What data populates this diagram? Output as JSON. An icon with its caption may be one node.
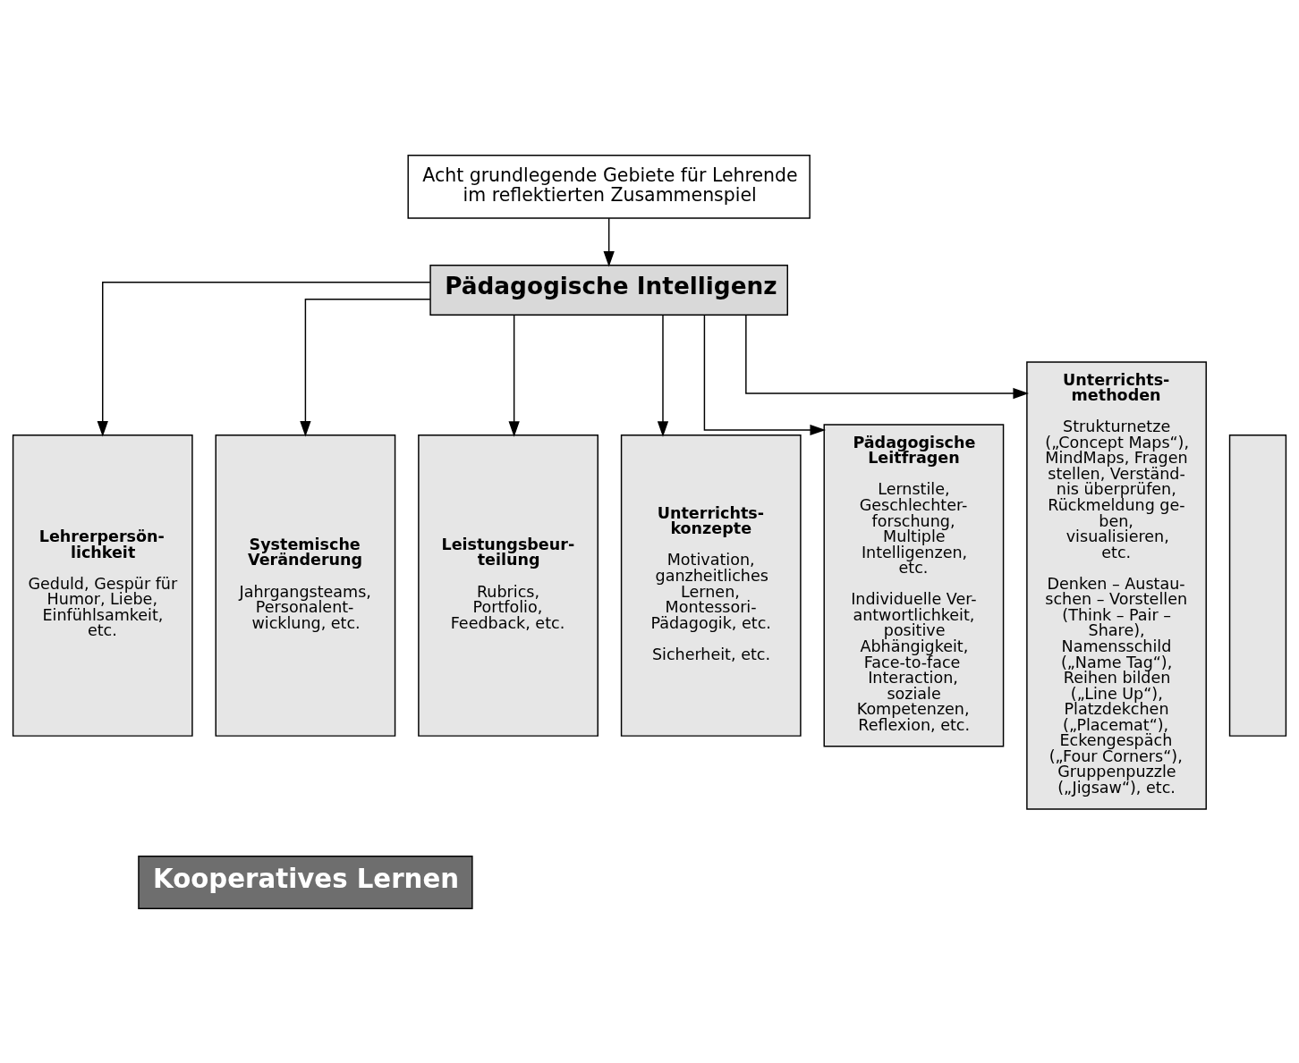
{
  "diagram": {
    "nodes": [
      {
        "text": [
          "Acht grundlegende Gebiete für Lehrende im reflektierten Zusammenspiel"
        ]
      },
      {
        "text": [
          "Pädagogische Intelligenz"
        ]
      },
      {
        "text": [
          "Lehrerpersön- lichkeit",
          "Geduld, Gespür für Humor, Liebe, Einfühlsamkeit, etc."
        ]
      },
      {
        "text": [
          "Systemische Veränderung",
          "Jahrgangsteams, Personalent- wicklung, etc."
        ]
      },
      {
        "text": [
          "Leistungsbeur- teilung",
          "Rubrics, Portfolio, Feedback, etc."
        ]
      },
      {
        "text": [
          "Unterrichts- konzepte",
          "Motivation, ganzheitliches Lernen, Montessori- Pädagogik, etc.",
          "Sicherheit, etc."
        ]
      },
      {
        "text": [
          "Pädagogische Leitfragen",
          "Lernstile, Geschlechter- forschung, Multiple Intelligenzen, etc.",
          "Individuelle Ver- antwortlichkeit, positive Abhängigkeit, Face-to-face Interaction, soziale Kompetenzen, Reflexion, etc."
        ]
      },
      {
        "text": [
          "Unterrichts- methoden",
          "Strukturnetze („Concept Maps“), MindMaps, Fragen stellen, Verständ- nis überprüfen, Rückmeldung ge- ben, visualisieren, etc.",
          "Denken – Austau- schen – Vorstellen (Think – Pair – Share), Namensschild („Name Tag“), Reihen bilden („Line Up“), Platzdekchen („Placemat“), Eckengespäch („Four Corners“), Gruppenpuzzle („Jigsaw“), etc."
        ]
      },
      {
        "text": [],
        "shape": "box"
      },
      {
        "text": [
          "Kooperatives Lernen"
        ]
      }
    ],
    "edges": [
      {
        "from": 0,
        "to": 1,
        "arrow": "to"
      },
      {
        "from": 1,
        "to": 2,
        "arrow": "to"
      },
      {
        "from": 1,
        "to": 3,
        "arrow": "to"
      },
      {
        "from": 1,
        "to": 4,
        "arrow": "to"
      },
      {
        "from": 1,
        "to": 5,
        "arrow": "to"
      },
      {
        "from": 1,
        "to": 6,
        "arrow": "to"
      },
      {
        "from": 1,
        "to": 7,
        "arrow": "to"
      }
    ]
  }
}
